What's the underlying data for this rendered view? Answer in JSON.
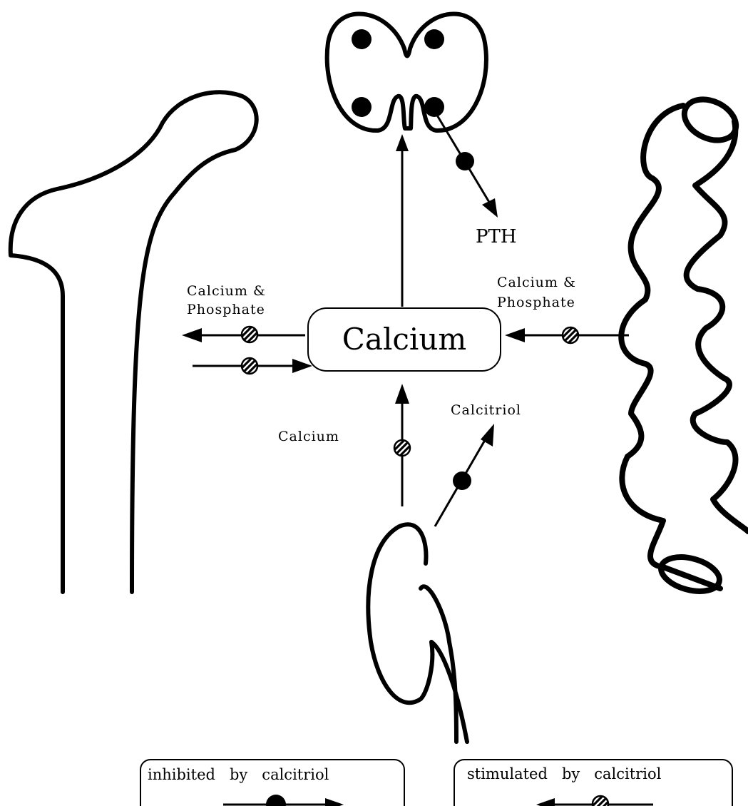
{
  "colors": {
    "ink": "#000000",
    "background": "#ffffff"
  },
  "center_label": "Calcium",
  "labels": {
    "pth": "PTH",
    "bone_line1": "Calcium &",
    "bone_line2": "Phosphate",
    "intestine_line1": "Calcium &",
    "intestine_line2": "Phosphate",
    "kidney_calcium": "Calcium",
    "calcitriol": "Calcitriol"
  },
  "legend": {
    "inhibited": "inhibited   by   calcitriol",
    "stimulated": "stimulated   by   calcitriol"
  }
}
